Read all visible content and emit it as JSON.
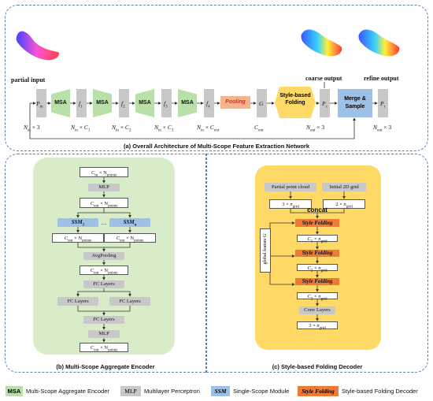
{
  "overall": {
    "partial_input": "partial input",
    "coarse_output": "coarse output",
    "refine_output": "refine output",
    "pin": "P",
    "pin_sub": "in",
    "f1": "f",
    "f1_sub": "1",
    "f2": "f",
    "f2_sub": "2",
    "f3": "f",
    "f3_sub": "3",
    "f4": "f",
    "f4_sub": "4",
    "g": "G",
    "pc": "P",
    "pc_sub": "c",
    "pr": "P",
    "pr_sub": "r",
    "msa": "MSA",
    "pooling": "Pooling",
    "style_folding_block": "Style-based Folding",
    "merge_sample": "Merge & Sample",
    "dim_nin3": "N_in × 3",
    "dim_c1": "N_in × C_1",
    "dim_c2": "N_in × C_2",
    "dim_c3": "N_in × C_3",
    "dim_cout": "N_in × C_out",
    "dim_cout_only": "C_out",
    "dim_nout3_a": "N_out × 3",
    "dim_nout3_b": "N_out × 3",
    "caption": "(a) Overall Architecture of Multi-Scope Feature Extraction Network"
  },
  "encoder": {
    "in_box": "C_in × N_points",
    "mlp1": "MLP",
    "cout_box1": "C_out × N_points",
    "ssm1": "SSM_1",
    "ellipsis": "...",
    "ssmn": "SSM_n",
    "cout_box_a": "C_out × N_points",
    "cout_box_b": "C_out × N_points",
    "avgpool": "AvgPooling",
    "cout_box2": "C_out × N_points",
    "fc_layers_top": "FC Layers",
    "fc_layers_l": "FC Layers",
    "fc_layers_r": "FC Layers",
    "fc_layers_bottom": "FC Layers",
    "mlp2": "MLP",
    "cout_box3": "C_out × N_points",
    "caption": "(b) Multi-Scope Aggregate Encoder"
  },
  "decoder": {
    "partial_cloud": "Partial point cloud",
    "initial_grid": "Initial 2D grid",
    "box_3grid": "3 × n_grid",
    "box_2grid": "2 × n_grid",
    "concat": "concat",
    "style_folding": "Style Folding",
    "c1": "C_1 × n_grid",
    "c2": "C_2 × n_grid",
    "c3": "C_3 × n_grid",
    "conv_layers": "Conv Layers",
    "out_grid": "3 × n_grid",
    "global_feature": "global feature G",
    "caption": "(c) Style-based Folding Decoder"
  },
  "legend": {
    "msa_tag": "MSA",
    "msa_text": "Multi-Scope Aggregate Encoder",
    "mlp_tag": "MLP",
    "mlp_text": "Multilayer Perceptron",
    "ssm_tag": "SSM",
    "ssm_text": "Single-Scope Module",
    "sf_tag": "Style Folding",
    "sf_text": "Style-based Folding Decoder"
  },
  "colors": {
    "msa_green": "#b9e0a8",
    "gray": "#c8c8c8",
    "blue": "#9ec0e6",
    "orange": "#ef7a35",
    "yellow": "#ffd966",
    "panel_dash": "#5b7fb8"
  }
}
